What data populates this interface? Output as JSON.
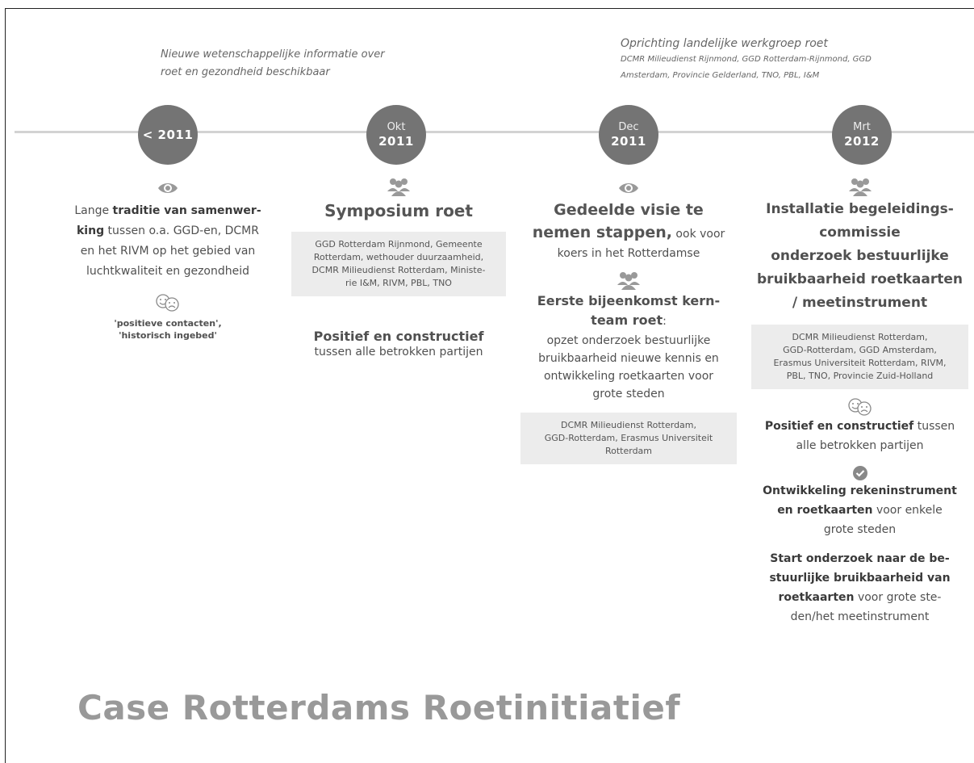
{
  "intro_left": [
    "Nieuwe wetenschappelijke informatie over",
    "roet en gezondheid beschikbaar"
  ],
  "intro_right": {
    "title": "Oprichting landelijke werkgroep roet",
    "members": [
      "DCMR Milieudienst Rijnmond, GGD Rotterdam-Rijnmond, GGD",
      "Amsterdam, Provincie Gelderland, TNO, PBL, I&M"
    ]
  },
  "nodes": [
    {
      "line1": "< 2011",
      "line2": ""
    },
    {
      "line1": "Okt",
      "line2": "2011"
    },
    {
      "line1": "Dec",
      "line2": "2011"
    },
    {
      "line1": "Mrt",
      "line2": "2012"
    }
  ],
  "col1": {
    "icon": "eye-icon",
    "p1": "Lange ",
    "p1b": "traditie van samenwer-",
    "p2b": "king",
    "p2": " tussen o.a. GGD-en, DCMR",
    "p3": "en het RIVM op het gebied van",
    "p4": "luchtkwaliteit en gezondheid",
    "mood_icon": "smiley-frown-icon",
    "quote1": "'positieve contacten',",
    "quote2": "'historisch ingebed'"
  },
  "col2": {
    "icon": "group-icon",
    "title": "Symposium roet",
    "box": [
      "GGD Rotterdam Rijnmond, Gemeente",
      "Rotterdam, wethouder duurzaamheid,",
      "DCMR Milieudienst Rotterdam, Ministe-",
      "rie I&M, RIVM, PBL, TNO"
    ],
    "result_title": "Positief en constructief",
    "result_text": "tussen alle betrokken partijen"
  },
  "col3": {
    "icon": "eye-icon",
    "title1": "Gedeelde visie te",
    "title2": "nemen stappen,",
    "title2_rest": " ook voor",
    "title3": "koers in het Rotterdamse",
    "icon2": "group-icon",
    "meet1": "Eerste bijeenkomst kern-",
    "meet2": "team roet",
    "meet2_colon": ":",
    "desc": [
      "opzet onderzoek bestuurlijke",
      "bruikbaarheid nieuwe kennis en",
      "ontwikkeling roetkaarten voor",
      "grote steden"
    ],
    "box": [
      "DCMR Milieudienst Rotterdam,",
      "GGD-Rotterdam, Erasmus Universiteit",
      "Rotterdam"
    ]
  },
  "col4": {
    "icon": "group-icon",
    "title": [
      "Installatie begeleidings-",
      "commissie",
      "onderzoek bestuurlijke",
      "bruikbaarheid roetkaarten",
      "/ meetinstrument"
    ],
    "box": [
      "DCMR Milieudienst Rotterdam,",
      "GGD-Rotterdam, GGD Amsterdam,",
      "Erasmus Universiteit Rotterdam, RIVM,",
      "PBL, TNO, Provincie Zuid-Holland"
    ],
    "mood_icon": "smiley-frown-icon",
    "r1b": "Positief en constructief",
    "r1": " tussen",
    "r2": "alle betrokken partijen",
    "check_icon": "check-circle-icon",
    "d1b": "Ontwikkeling rekeninstrument",
    "d2b": "en roetkaarten",
    "d2": " voor enkele",
    "d3": "grote steden",
    "s1b": "Start onderzoek naar de be-",
    "s2b": "stuurlijke bruikbaarheid van",
    "s3b": "roetkaarten",
    "s3": " voor grote ste-",
    "s4": "den/het meetinstrument"
  },
  "footer_title": "Case Rotterdams Roetinitiatief"
}
